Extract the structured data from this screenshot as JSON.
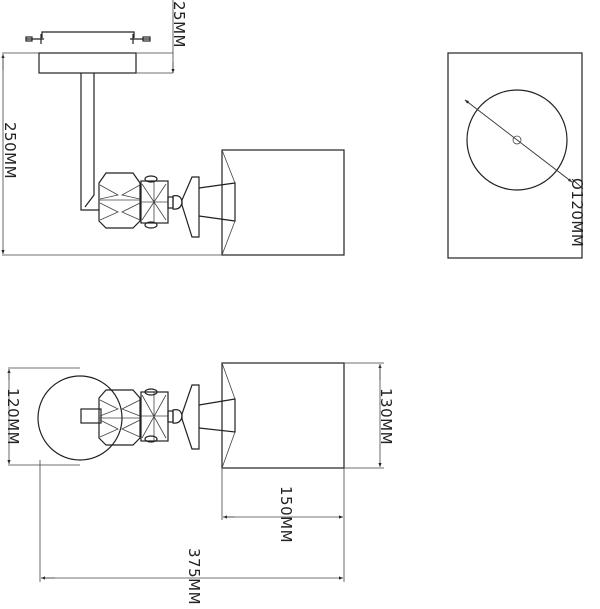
{
  "dimensions": {
    "canopy_height": "25MM",
    "total_height": "250MM",
    "shade_diameter": "Ø120MM",
    "canopy_diameter": "120MM",
    "shade_height": "130MM",
    "shade_length": "150MM",
    "total_length": "375MM"
  },
  "colors": {
    "line": "#222222",
    "background": "#ffffff"
  }
}
